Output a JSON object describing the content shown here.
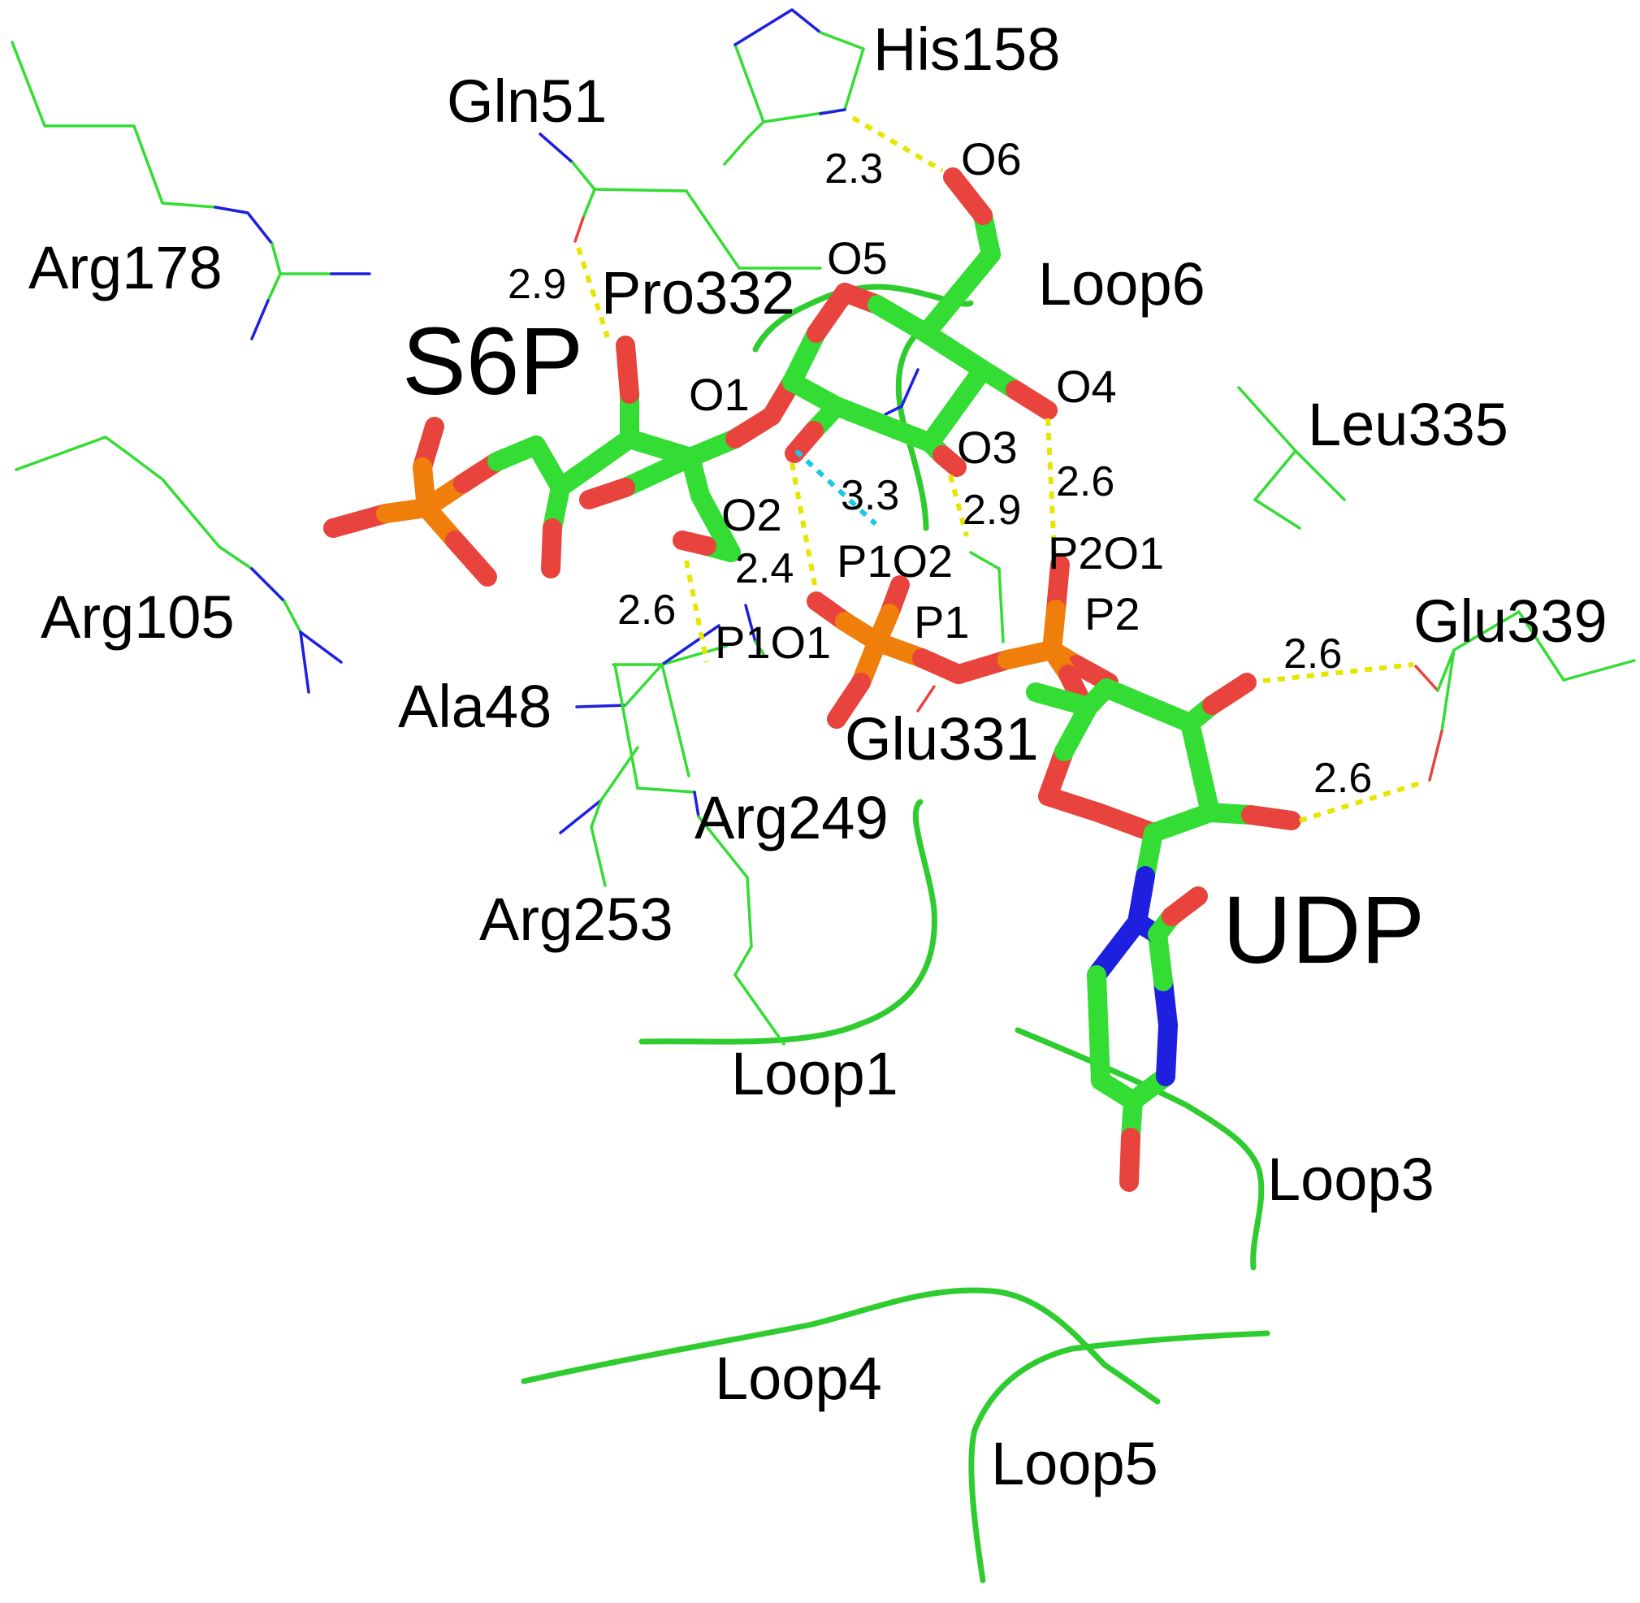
{
  "colors": {
    "carbon": "#33dd33",
    "oxygen": "#e8443d",
    "nitrogen": "#1f1fe0",
    "phosphorus": "#f07e0a",
    "loop": "#2ecc2e",
    "hbond": "#e6e600",
    "contact": "#19c8e6",
    "text": "#000000"
  },
  "ligands": {
    "s6p": "S6P",
    "udp": "UDP"
  },
  "residues": {
    "his158": "His158",
    "gln51": "Gln51",
    "arg178": "Arg178",
    "pro332": "Pro332",
    "loop6": "Loop6",
    "leu335": "Leu335",
    "arg105": "Arg105",
    "glu339": "Glu339",
    "ala48": "Ala48",
    "glu331": "Glu331",
    "arg249": "Arg249",
    "arg253": "Arg253",
    "loop1": "Loop1",
    "loop3": "Loop3",
    "loop4": "Loop4",
    "loop5": "Loop5"
  },
  "atoms": {
    "o6": "O6",
    "o5": "O5",
    "o1": "O1",
    "o4": "O4",
    "o3": "O3",
    "o2": "O2",
    "p1o2": "P1O2",
    "p2o1": "P2O1",
    "p1": "P1",
    "p2": "P2",
    "p1o1": "P1O1"
  },
  "distances": {
    "his158_o6": "2.3",
    "gln51": "2.9",
    "o2_p1o2": "3.3",
    "o3_p2o1": "2.9",
    "o4_p2o1": "2.6",
    "o2_p1o1": "2.4",
    "ala48": "2.6",
    "glu339_a": "2.6",
    "glu339_b": "2.6"
  }
}
